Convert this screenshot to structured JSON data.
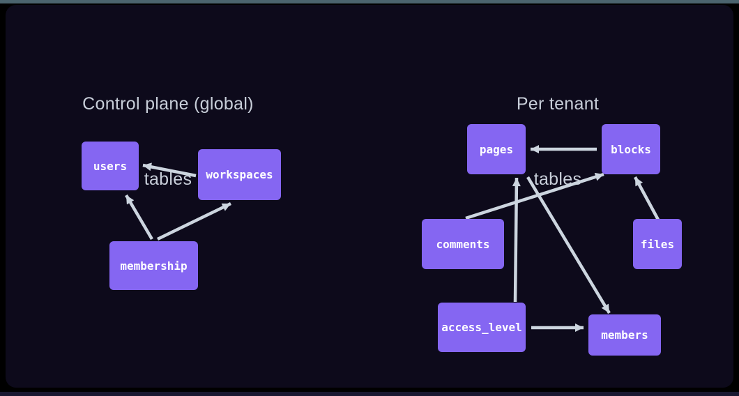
{
  "diagram": {
    "sections": [
      {
        "id": "control-plane",
        "title_line1": "Control plane (global)",
        "title_line2": "tables"
      },
      {
        "id": "per-tenant",
        "title_line1": "Per tenant",
        "title_line2": "tables"
      }
    ],
    "nodes": [
      {
        "id": "users",
        "label": "users",
        "section": "control-plane"
      },
      {
        "id": "workspaces",
        "label": "workspaces",
        "section": "control-plane"
      },
      {
        "id": "membership",
        "label": "membership",
        "section": "control-plane"
      },
      {
        "id": "pages",
        "label": "pages",
        "section": "per-tenant"
      },
      {
        "id": "blocks",
        "label": "blocks",
        "section": "per-tenant"
      },
      {
        "id": "comments",
        "label": "comments",
        "section": "per-tenant"
      },
      {
        "id": "files",
        "label": "files",
        "section": "per-tenant"
      },
      {
        "id": "access_level",
        "label": "access_level",
        "section": "per-tenant"
      },
      {
        "id": "members",
        "label": "members",
        "section": "per-tenant"
      }
    ],
    "edges": [
      {
        "from": "workspaces",
        "to": "users"
      },
      {
        "from": "membership",
        "to": "users"
      },
      {
        "from": "membership",
        "to": "workspaces"
      },
      {
        "from": "blocks",
        "to": "pages"
      },
      {
        "from": "access_level",
        "to": "pages"
      },
      {
        "from": "comments",
        "to": "blocks"
      },
      {
        "from": "files",
        "to": "blocks"
      },
      {
        "from": "pages",
        "to": "members"
      },
      {
        "from": "access_level",
        "to": "members"
      }
    ],
    "colors": {
      "panel_background": "#0d0a1b",
      "node_fill": "#8566f2",
      "node_text": "#ffffff",
      "arrow": "#ccd5df",
      "title_text": "#c8ced9",
      "top_strip": "#4b646e",
      "bottom_strip": "#191831",
      "frame": "#000000"
    }
  }
}
